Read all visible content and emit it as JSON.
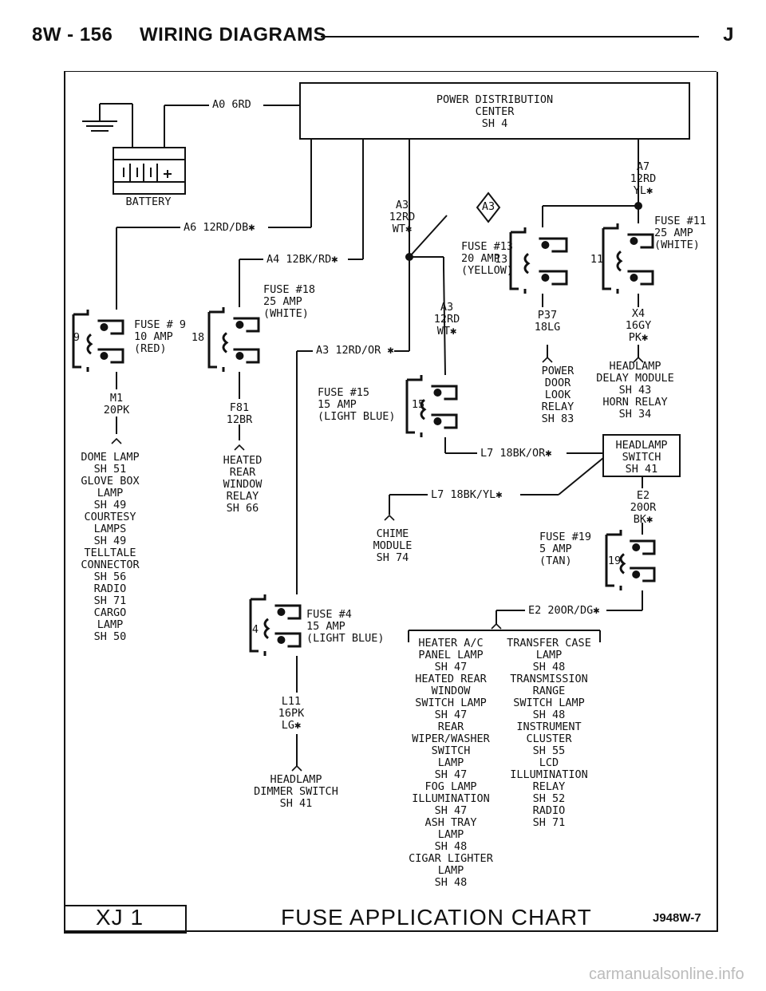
{
  "header": {
    "page_ref": "8W - 156",
    "title": "WIRING DIAGRAMS",
    "code": "J"
  },
  "pdc": {
    "title": "POWER DISTRIBUTION\nCENTER\nSH 4"
  },
  "battery": {
    "label": "BATTERY"
  },
  "wires": {
    "a0": "A0 6RD",
    "a6": "A6 12RD/DB✱",
    "a4": "A4 12BK/RD✱",
    "a3_top": "A3\n12RD\nWT✱",
    "a3_mid": "A3\n12RD\nWT✱",
    "a3_or": "A3 12RD/OR ✱",
    "a3_tag": "A3",
    "a7": "A7\n12RD\nYL✱",
    "m1": "M1\n20PK",
    "f81": "F81\n12BR",
    "p37": "P37\n18LG",
    "x4": "X4\n16GY\nPK✱",
    "l7_or": "L7 18BK/OR✱",
    "l7_yl": "L7 18BK/YL✱",
    "e2_right": "E2\n20OR\nBK✱",
    "e2_dg": "E2 20OR/DG✱",
    "l11": "L11\n16PK\nLG✱"
  },
  "fuses": {
    "f9": {
      "num": "9",
      "label": "FUSE # 9\n10 AMP\n(RED)"
    },
    "f18": {
      "num": "18",
      "label": "FUSE #18\n25 AMP\n(WHITE)"
    },
    "f13": {
      "num": "13",
      "label": "FUSE #13\n20 AMP\n(YELLOW)"
    },
    "f11": {
      "num": "11",
      "label": "FUSE #11\n25 AMP\n(WHITE)"
    },
    "f15": {
      "num": "15",
      "label": "FUSE #15\n15 AMP\n(LIGHT BLUE)"
    },
    "f19": {
      "num": "19",
      "label": "FUSE #19\n5 AMP\n(TAN)"
    },
    "f4": {
      "num": "4",
      "label": "FUSE #4\n15 AMP\n(LIGHT BLUE)"
    }
  },
  "loads": {
    "dome": "DOME LAMP\nSH 51\nGLOVE BOX\nLAMP\nSH 49\nCOURTESY\nLAMPS\nSH 49\nTELLTALE\nCONNECTOR\nSH 56\nRADIO\nSH 71\nCARGO\nLAMP\nSH 50",
    "heated_rear": "HEATED\nREAR\nWINDOW\nRELAY\nSH 66",
    "power_door": "POWER\nDOOR\nLOOK\nRELAY\nSH 83",
    "headlamp_delay": "HEADLAMP\nDELAY MODULE\nSH 43\nHORN RELAY\nSH 34",
    "headlamp_switch": "HEADLAMP\nSWITCH\nSH 41",
    "chime": "CHIME\nMODULE\nSH 74",
    "dimmer": "HEADLAMP\nDIMMER SWITCH\nSH 41",
    "illum_left": "HEATER A/C\nPANEL LAMP\nSH 47\nHEATED REAR\nWINDOW\nSWITCH LAMP\nSH 47\nREAR\nWIPER/WASHER\nSWITCH\nLAMP\nSH 47\nFOG LAMP\nILLUMINATION\nSH 47\nASH TRAY\nLAMP\nSH 48\nCIGAR LIGHTER\nLAMP\nSH 48",
    "illum_right": "TRANSFER CASE\nLAMP\nSH 48\nTRANSMISSION\nRANGE\nSWITCH LAMP\nSH 48\nINSTRUMENT\nCLUSTER\nSH 55\nLCD\nILLUMINATION\nRELAY\nSH 52\nRADIO\nSH 71"
  },
  "footer": {
    "model": "XJ 1",
    "title": "FUSE APPLICATION CHART",
    "code": "J948W-7"
  },
  "watermark": "carmanualsonline.info"
}
